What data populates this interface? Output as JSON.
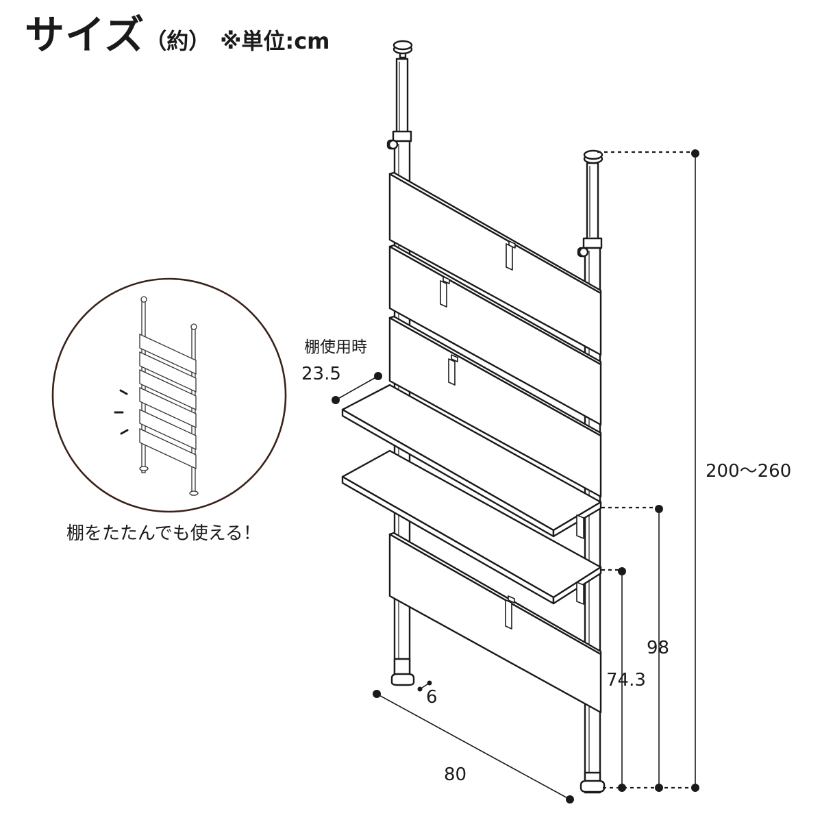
{
  "header": {
    "title": "サイズ",
    "approx": "（約）",
    "unit_note": "※単位:cm"
  },
  "inset": {
    "caption": "棚をたたんでも使える！"
  },
  "dimensions": {
    "shelf_note": "棚使用時",
    "shelf_depth": "23.5",
    "base_depth": "6",
    "width": "80",
    "height": "200〜260",
    "upper_shelf_height": "98",
    "lower_shelf_height": "74.3"
  }
}
